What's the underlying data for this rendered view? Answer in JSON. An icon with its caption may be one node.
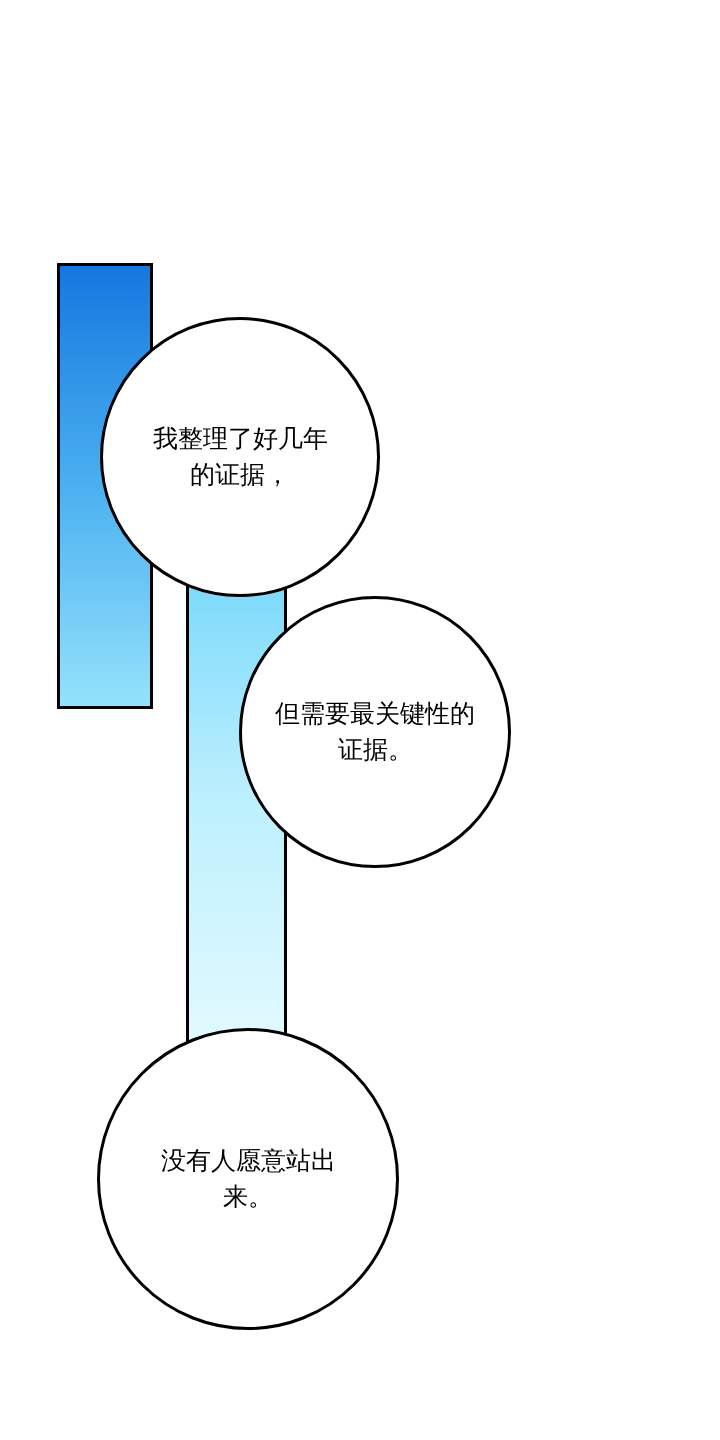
{
  "diagram": {
    "nodes": [
      {
        "text": [
          "我整理了好几年的证据，"
        ]
      },
      {
        "text": [
          "但需要最关键性的证据。"
        ]
      },
      {
        "text": [
          "没有人愿意站出来。"
        ]
      }
    ]
  }
}
